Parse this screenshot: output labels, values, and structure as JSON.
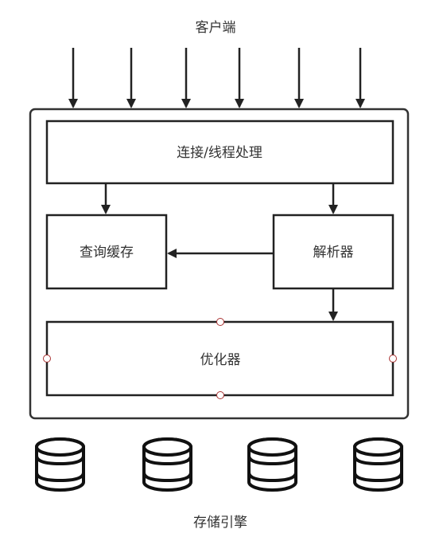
{
  "client_label": "客户端",
  "connection_label": "连接/线程处理",
  "query_cache_label": "查询缓存",
  "parser_label": "解析器",
  "optimizer_label": "优化器",
  "storage_label": "存储引擎"
}
